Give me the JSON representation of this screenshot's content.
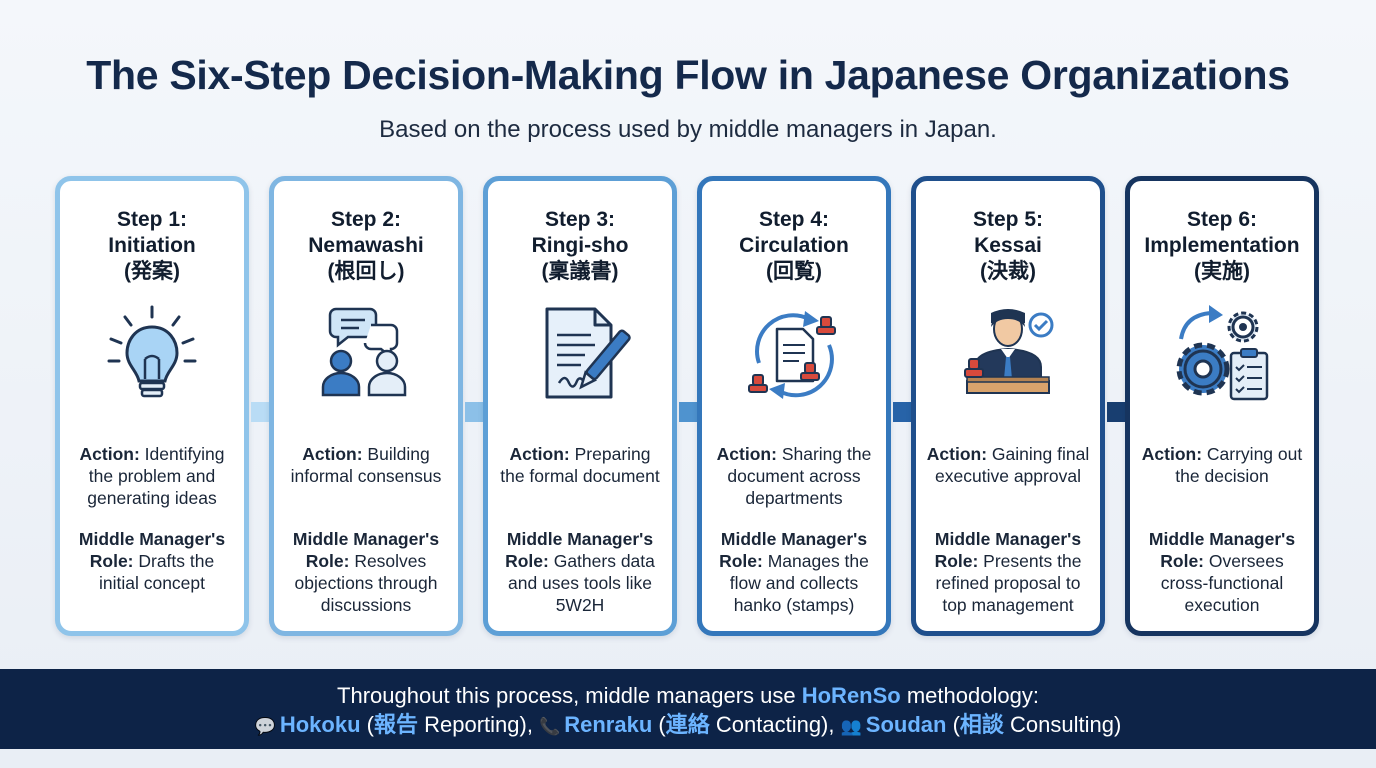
{
  "title": "The Six-Step Decision-Making Flow in Japanese Organizations",
  "subtitle": "Based on the process used by middle managers in Japan.",
  "steps": [
    {
      "step": "Step 1:",
      "name": "Initiation",
      "jp": "(発案)",
      "action_label": "Action:",
      "action": " Identifying the problem and generating ideas",
      "role_label": "Middle Manager's Role:",
      "role": " Drafts the initial concept",
      "color": "#93c7ec",
      "icon": "lightbulb-icon"
    },
    {
      "step": "Step 2:",
      "name": "Nemawashi",
      "jp": "(根回し)",
      "action_label": "Action:",
      "action": " Building informal consensus",
      "role_label": "Middle Manager's Role:",
      "role": " Resolves objections through discussions",
      "color": "#7fb6e2",
      "icon": "people-chat-icon"
    },
    {
      "step": "Step 3:",
      "name": "Ringi-sho",
      "jp": "(稟議書)",
      "action_label": "Action:",
      "action": " Preparing the formal document",
      "role_label": "Middle Manager's Role:",
      "role": " Gathers data and uses tools like 5W2H",
      "color": "#5d9fd6",
      "icon": "document-pen-icon"
    },
    {
      "step": "Step 4:",
      "name": "Circulation",
      "jp": "(回覧)",
      "action_label": "Action:",
      "action": " Sharing the document across departments",
      "role_label": "Middle Manager's Role:",
      "role": " Manages the flow and collects hanko (stamps)",
      "color": "#3477bb",
      "icon": "circulation-stamp-icon"
    },
    {
      "step": "Step 5:",
      "name": "Kessai",
      "jp": "(決裁)",
      "action_label": "Action:",
      "action": " Gaining final executive approval",
      "role_label": "Middle Manager's Role:",
      "role": " Presents the refined proposal to top management",
      "color": "#1f4f8c",
      "icon": "executive-approval-icon"
    },
    {
      "step": "Step 6:",
      "name": "Implementation",
      "jp": "(実施)",
      "action_label": "Action:",
      "action": " Carrying out the decision",
      "role_label": "Middle Manager's Role:",
      "role": " Oversees cross-functional execution",
      "color": "#16345f",
      "icon": "gears-checklist-icon"
    }
  ],
  "arrow_colors": [
    "#b9dcf5",
    "#8cc0e8",
    "#4f93cf",
    "#2763a8",
    "#183e70"
  ],
  "footer": {
    "line1_pre": "Throughout this process, middle managers use ",
    "line1_hl": "HoRenSo",
    "line1_post": " methodology:",
    "items": [
      {
        "icon": "speech-bubble-icon",
        "glyph": "💬",
        "name": "Hokoku",
        "jp": "報告",
        "en": " Reporting), "
      },
      {
        "icon": "phone-icon",
        "glyph": "📞",
        "name": "Renraku",
        "jp": "連絡",
        "en": " Contacting), "
      },
      {
        "icon": "people-icon",
        "glyph": "👥",
        "name": "Soudan",
        "jp": "相談",
        "en": " Consulting)"
      }
    ]
  }
}
